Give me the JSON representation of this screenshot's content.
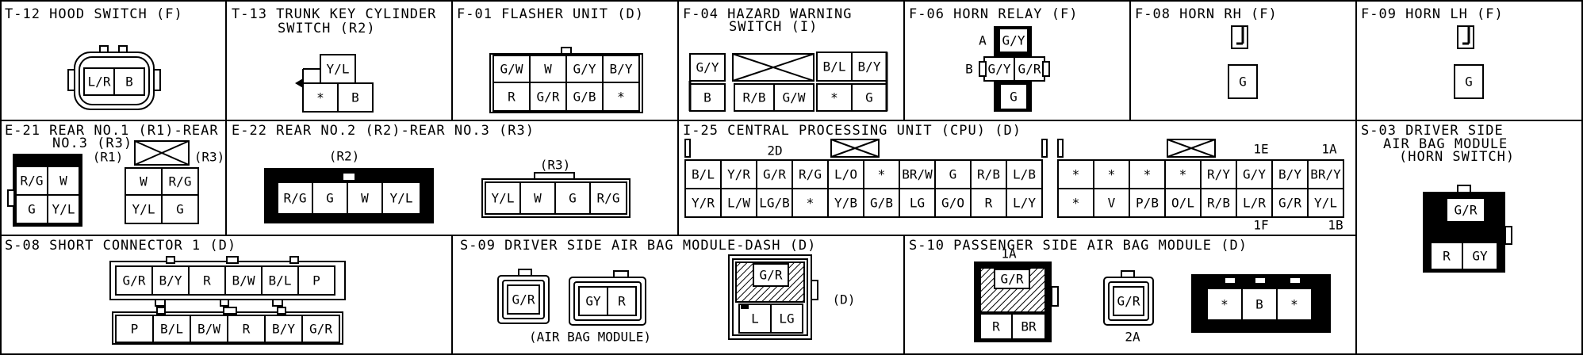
{
  "panels": {
    "t12": {
      "title": "T-12 HOOD SWITCH (F)",
      "pins": [
        "L/R",
        "B"
      ]
    },
    "t13": {
      "title": "T-13 TRUNK KEY CYLINDER",
      "subtitle": "SWITCH (R2)",
      "pins_top": [
        "Y/L"
      ],
      "pins_bottom": [
        "*",
        "B"
      ]
    },
    "f01": {
      "title": "F-01 FLASHER UNIT (D)",
      "row1": [
        "G/W",
        "W",
        "G/Y",
        "B/Y"
      ],
      "row2": [
        "R",
        "G/R",
        "G/B",
        "*"
      ]
    },
    "f04": {
      "title": "F-04 HAZARD WARNING",
      "subtitle": "SWITCH (I)",
      "row1_left": [
        "G/Y"
      ],
      "row1_right": [
        "B/L",
        "B/Y"
      ],
      "row2": [
        "B",
        "R/B",
        "G/W",
        "*",
        "G"
      ]
    },
    "f06": {
      "title": "F-06 HORN RELAY (F)",
      "label_a": "A",
      "label_b": "B",
      "pin_top": "G/Y",
      "pins_mid": [
        "G/Y",
        "G/R"
      ],
      "pin_bottom": "G"
    },
    "f08": {
      "title": "F-08 HORN RH (F)",
      "pin": "G"
    },
    "f09": {
      "title": "F-09 HORN LH (F)",
      "pin": "G"
    },
    "e21": {
      "title": "E-21 REAR NO.1 (R1)-REAR",
      "subtitle": "NO.3 (R3)",
      "label_r1": "(R1)",
      "label_r3": "(R3)",
      "r1_row1": [
        "R/G",
        "W"
      ],
      "r1_row2": [
        "G",
        "Y/L"
      ],
      "r3_row1": [
        "W",
        "R/G"
      ],
      "r3_row2": [
        "Y/L",
        "G"
      ]
    },
    "e22": {
      "title": "E-22 REAR NO.2 (R2)-REAR NO.3 (R3)",
      "label_r2": "(R2)",
      "label_r3": "(R3)",
      "r2_pins": [
        "R/G",
        "G",
        "W",
        "Y/L"
      ],
      "r3_pins": [
        "Y/L",
        "W",
        "G",
        "R/G"
      ]
    },
    "i25": {
      "title": "I-25 CENTRAL PROCESSING UNIT (CPU) (D)",
      "label_2d": "2D",
      "label_1e": "1E",
      "label_1a": "1A",
      "label_1f": "1F",
      "label_1b": "1B",
      "left_row1": [
        "B/L",
        "Y/R",
        "G/R",
        "R/G",
        "L/O",
        "*",
        "BR/W",
        "G",
        "R/B",
        "L/B"
      ],
      "left_row2": [
        "Y/R",
        "L/W",
        "LG/B",
        "*",
        "Y/B",
        "G/B",
        "LG",
        "G/O",
        "R",
        "L/Y"
      ],
      "right_row1": [
        "*",
        "*",
        "*",
        "*",
        "R/Y",
        "G/Y",
        "B/Y",
        "BR/Y"
      ],
      "right_row2": [
        "*",
        "V",
        "P/B",
        "O/L",
        "R/B",
        "L/R",
        "G/R",
        "Y/L"
      ]
    },
    "s03": {
      "title": "S-03 DRIVER SIDE",
      "subtitle1": "AIR BAG MODULE",
      "subtitle2": "(HORN SWITCH)",
      "pin_top": "G/R",
      "pins_bottom": [
        "R",
        "GY"
      ]
    },
    "s08": {
      "title": "S-08 SHORT CONNECTOR 1 (D)",
      "row1": [
        "G/R",
        "B/Y",
        "R",
        "B/W",
        "B/L",
        "P"
      ],
      "row2": [
        "P",
        "B/L",
        "B/W",
        "R",
        "B/Y",
        "G/R"
      ]
    },
    "s09": {
      "title": "S-09 DRIVER SIDE AIR BAG MODULE-DASH (D)",
      "pin_single": "G/R",
      "pins_double": [
        "GY",
        "R"
      ],
      "pin_top": "G/R",
      "pins_bottom": [
        "L",
        "LG"
      ],
      "label_d": "(D)",
      "caption": "(AIR BAG MODULE)"
    },
    "s10": {
      "title": "S-10 PASSENGER SIDE AIR BAG MODULE (D)",
      "label_1a": "1A",
      "pin_top": "G/R",
      "pins_bottom": [
        "R",
        "BR"
      ],
      "pin_2a": "G/R",
      "label_2a": "2A",
      "pins_wide": [
        "*",
        "B",
        "*"
      ]
    }
  }
}
